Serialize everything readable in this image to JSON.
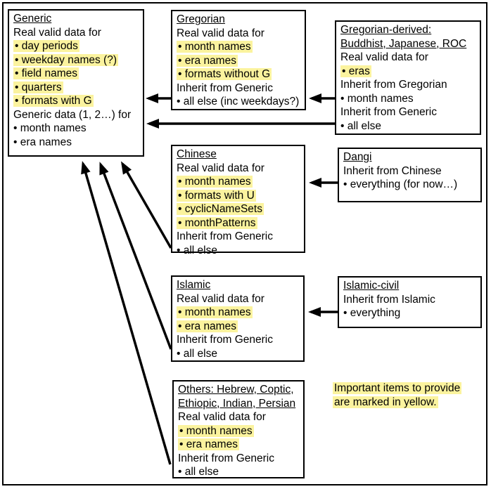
{
  "colors": {
    "highlight": "#fbf39e",
    "ink": "#000000",
    "background": "#ffffff"
  },
  "boxes": {
    "generic": {
      "titles": [
        "Generic"
      ],
      "lines": [
        "Real valid data for",
        "• day periods",
        "• weekday names (?)",
        "• field names",
        "• quarters",
        "• formats with G",
        "Generic data (1, 2…) for",
        "• month names",
        "• era names"
      ]
    },
    "gregorian": {
      "titles": [
        "Gregorian"
      ],
      "lines": [
        "Real valid data for",
        "• month names",
        "• era names",
        "• formats without G",
        "Inherit from Generic",
        "• all else (inc weekdays?)"
      ]
    },
    "gregorian_derived": {
      "titles": [
        "Gregorian-derived:",
        "Buddhist, Japanese, ROC"
      ],
      "lines": [
        "Real valid data for",
        "• eras",
        "Inherit from Gregorian",
        "• month names",
        "Inherit from Generic",
        "• all else"
      ]
    },
    "chinese": {
      "titles": [
        "Chinese"
      ],
      "lines": [
        "Real valid data for",
        "• month names",
        "• formats with U",
        "• cyclicNameSets",
        "• monthPatterns",
        "Inherit from Generic",
        "• all else"
      ]
    },
    "dangi": {
      "titles": [
        "Dangi"
      ],
      "lines": [
        "Inherit from Chinese",
        "• everything (for now…)"
      ]
    },
    "islamic": {
      "titles": [
        "Islamic"
      ],
      "lines": [
        "Real valid data for",
        "• month names",
        "• era names",
        "Inherit from Generic",
        "• all else"
      ]
    },
    "islamic_civil": {
      "titles": [
        "Islamic-civil"
      ],
      "lines": [
        "Inherit from Islamic",
        "• everything"
      ]
    },
    "others": {
      "titles": [
        "Others: Hebrew, Coptic,",
        "Ethiopic, Indian, Persian"
      ],
      "lines": [
        "Real valid data for",
        "• month names",
        "• era names",
        "Inherit from Generic",
        "• all else"
      ]
    }
  },
  "note": {
    "lines": [
      "Important items to provide",
      "are marked in yellow."
    ]
  },
  "arrows": [
    {
      "from": "gregorian",
      "to": "generic"
    },
    {
      "from": "gregorian-derived",
      "to": "gregorian"
    },
    {
      "from": "gregorian-derived",
      "to": "generic"
    },
    {
      "from": "dangi",
      "to": "chinese"
    },
    {
      "from": "islamic-civil",
      "to": "islamic"
    },
    {
      "from": "chinese",
      "to": "generic"
    },
    {
      "from": "islamic",
      "to": "generic"
    },
    {
      "from": "others",
      "to": "generic"
    }
  ]
}
